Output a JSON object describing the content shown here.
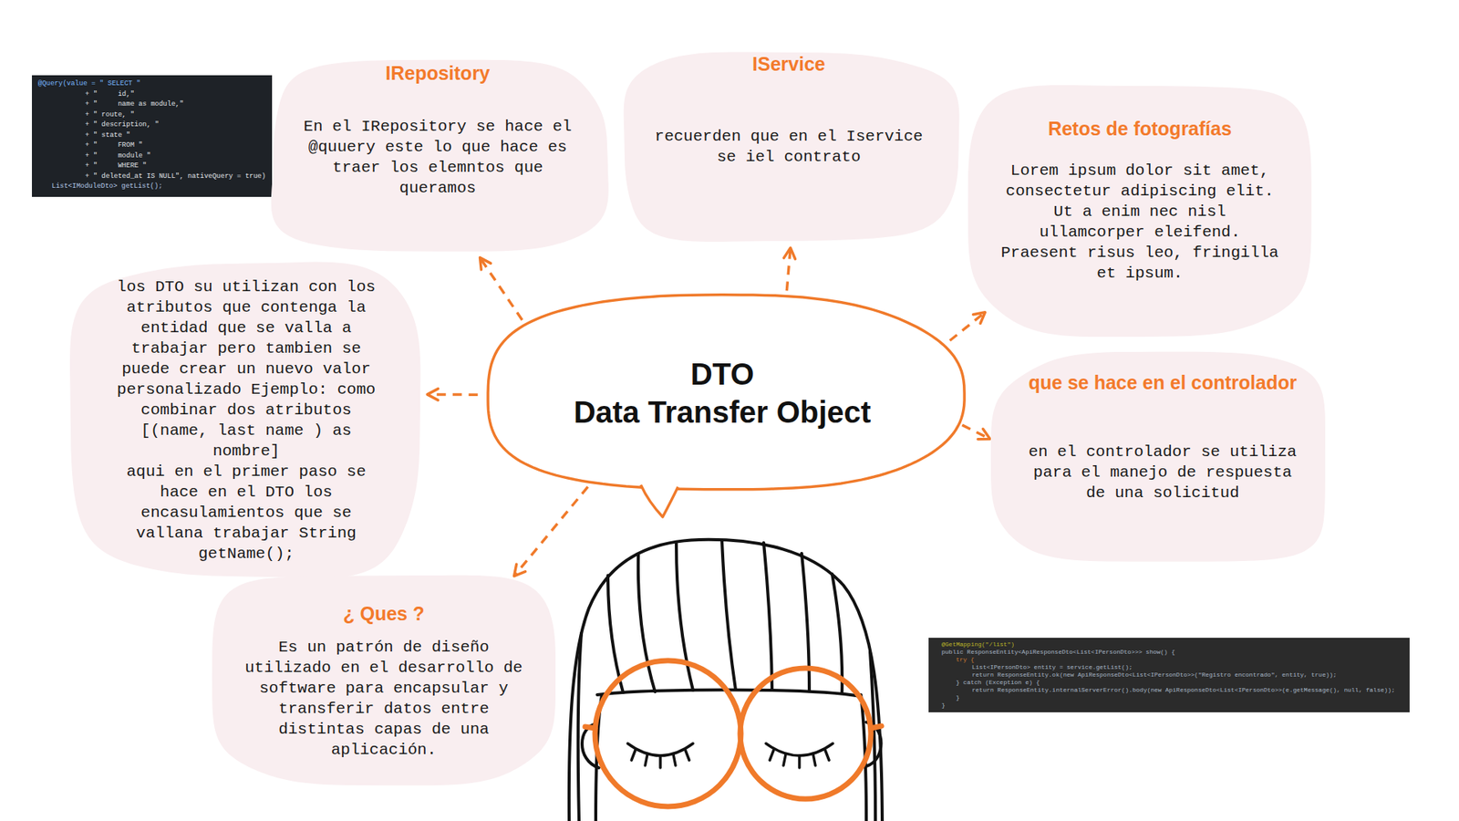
{
  "diagram": {
    "nodes": [
      {
        "text": [
          "@Query(value = \" SELECT \"",
          "+ \"     id,\"",
          "+ \"     name as module,\"",
          "+ \" route, \"",
          "+ \" description, \"",
          "+ \" state \"",
          "+ \"     FROM \"",
          "+ \"     module \"",
          "+ \"     WHERE \"",
          "+ \" deleted_at IS NULL\", nativeQuery = true)",
          "List<IModuleDto> getList();"
        ]
      },
      {
        "text": [
          "IRepository",
          "En el IRepository se hace el @quuery este lo que hace es traer los elemntos que queramos"
        ]
      },
      {
        "text": [
          "IService",
          "recuerden que en el Iservice se iel contrato"
        ]
      },
      {
        "text": [
          "Retos de fotografías",
          "Lorem ipsum dolor sit amet, consectetur adipiscing elit. Ut a enim nec nisl ullamcorper eleifend. Praesent risus leo, fringilla et ipsum."
        ]
      },
      {
        "text": [
          "los DTO su utilizan con los atributos que contenga la entidad que se valla a trabajar pero tambien se puede crear un nuevo valor personalizado Ejemplo: como combinar dos atributos [(name, last name ) as nombre]",
          "aqui en el primer paso se hace en el DTO los encasulamientos que se vallana trabajar String getName();"
        ]
      },
      {
        "text": [
          "DTO",
          "Data Transfer Object"
        ]
      },
      {
        "text": [
          "que se hace en el controlador",
          "en el controlador se utiliza para el manejo de respuesta de una solicitud"
        ]
      },
      {
        "text": [
          "¿ Ques ?",
          "Es un patrón de diseño utilizado en el desarrollo de software para encapsular y transferir datos entre distintas capas de una aplicación."
        ]
      },
      {
        "text": [
          "@GetMapping(\"/list\")",
          "public ResponseEntity<ApiResponseDto<List<IPersonDto>>> show() {",
          "try {",
          "List<IPersonDto> entity = service.getList();",
          "return ResponseEntity.ok(new ApiResponseDto<List<IPersonDto>>(\"Registro encontrado\", entity, true));",
          "} catch (Exception e) {",
          "return ResponseEntity.internalServerError().body(new ApiResponseDto<List<IPersonDto>>(e.getMessage(), null, false));",
          "}",
          "}"
        ]
      }
    ],
    "edges": [
      {
        "from": 5,
        "to": 1,
        "arrow": "to"
      },
      {
        "from": 5,
        "to": 2,
        "arrow": "to"
      },
      {
        "from": 5,
        "to": 3,
        "arrow": "to"
      },
      {
        "from": 5,
        "to": 4,
        "arrow": "to"
      },
      {
        "from": 5,
        "to": 6,
        "arrow": "to"
      },
      {
        "from": 5,
        "to": 7,
        "arrow": "to"
      }
    ]
  }
}
